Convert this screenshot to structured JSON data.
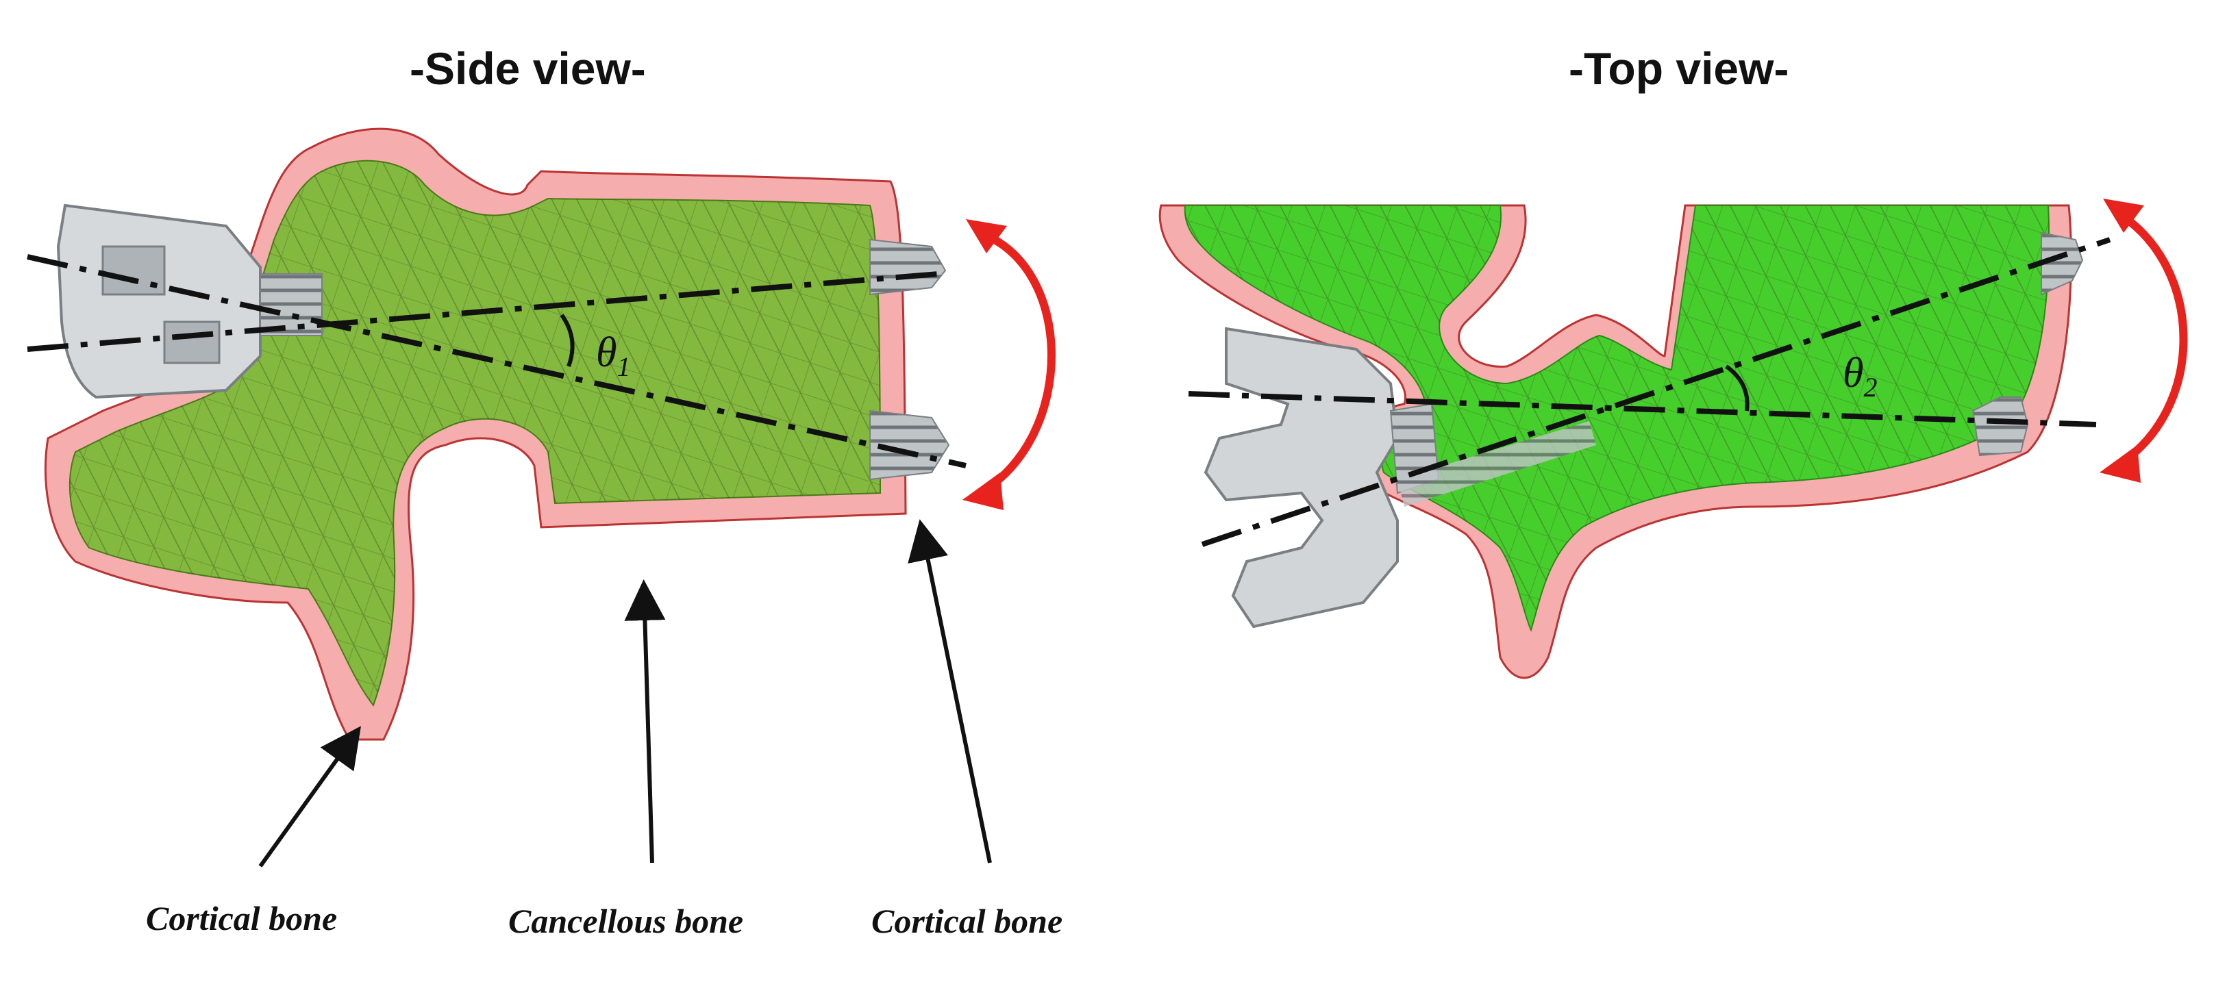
{
  "titles": {
    "side": "-Side view-",
    "top": "-Top view-"
  },
  "labels": {
    "cortical_left": "Cortical bone",
    "cancellous": "Cancellous bone",
    "cortical_right": "Cortical bone"
  },
  "angles": {
    "theta1": {
      "symbol": "θ",
      "sub": "1"
    },
    "theta2": {
      "symbol": "θ",
      "sub": "2"
    }
  },
  "colors": {
    "cortical": "#ef6a6a",
    "cancellous": "#5dbb2a",
    "cancellous_top": "#33d11f",
    "screw": "#cfd3d6",
    "arrow_red": "#e8221d",
    "axis": "#111111"
  }
}
